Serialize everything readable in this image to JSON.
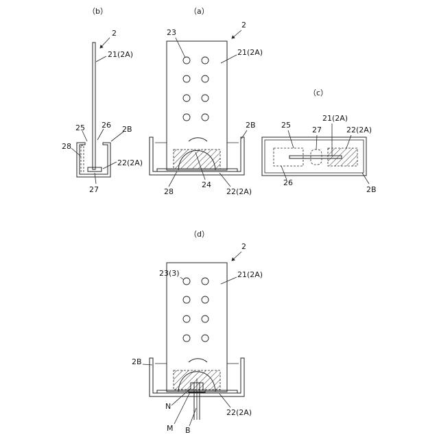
{
  "views": {
    "a": {
      "title": "（a）",
      "ref": "2",
      "plate": "21(2A)",
      "holes": "23",
      "bracket": "2B",
      "base_left": "28",
      "weld": "24",
      "base_right": "22(2A)"
    },
    "b": {
      "title": "（b）",
      "ref": "2",
      "plate": "21(2A)",
      "left_lip": "25",
      "center": "26",
      "bracket": "2B",
      "side": "28",
      "base": "22(2A)",
      "bottom": "27"
    },
    "c": {
      "title": "（c）",
      "left_block": "25",
      "center": "27",
      "plate": "21(2A)",
      "right_block": "22(2A)",
      "lower": "26",
      "bracket": "2B"
    },
    "d": {
      "title": "（d）",
      "ref": "2",
      "holes": "23(3)",
      "plate": "21(2A)",
      "bracket": "2B",
      "nut": "N",
      "washer": "M",
      "bolt": "B",
      "base": "22(2A)"
    }
  }
}
